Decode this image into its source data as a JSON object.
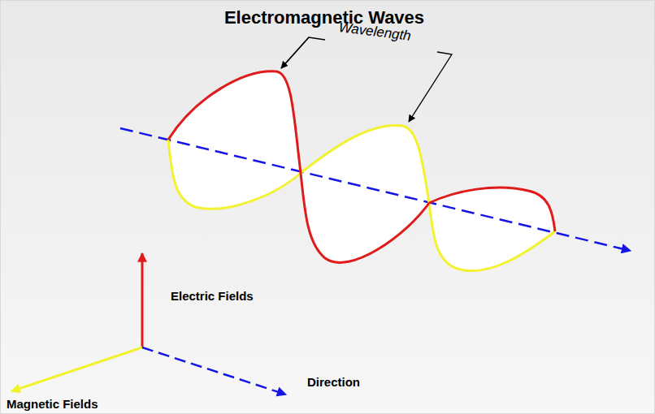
{
  "diagram": {
    "title": "Electromagnetic Waves",
    "labels": [
      "Wavelength",
      "Electric Fields",
      "Direction",
      "Magnetic Fields"
    ]
  }
}
